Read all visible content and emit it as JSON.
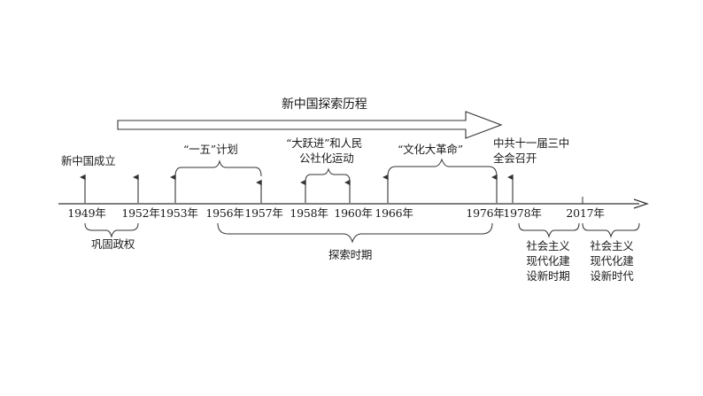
{
  "title": "新中国探索历程",
  "events": [
    {
      "id": "founding",
      "text": "新中国成立"
    },
    {
      "id": "five-year-plan",
      "text": "“一五”计划"
    },
    {
      "id": "great-leap",
      "line1": "“大跃进”和人民",
      "line2": "公社化运动"
    },
    {
      "id": "cultural-revolution",
      "text": "“文化大革命”"
    },
    {
      "id": "third-plenum",
      "line1": "中共十一届三中",
      "line2": "全会召开"
    }
  ],
  "years": [
    "1949年",
    "1952年",
    "1953年",
    "1956年",
    "1957年",
    "1958年",
    "1960年",
    "1966年",
    "1976年",
    "1978年",
    "2017年"
  ],
  "periods": [
    {
      "id": "consolidation",
      "text": "巩固政权"
    },
    {
      "id": "exploration",
      "text": "探索时期"
    },
    {
      "id": "new-period",
      "line1": "社会主义",
      "line2": "现代化建",
      "line3": "设新时期"
    },
    {
      "id": "new-era",
      "line1": "社会主义",
      "line2": "现代化建",
      "line3": "设新时代"
    }
  ],
  "colors": {
    "ink": "#1a1a1a",
    "line": "#333333"
  }
}
